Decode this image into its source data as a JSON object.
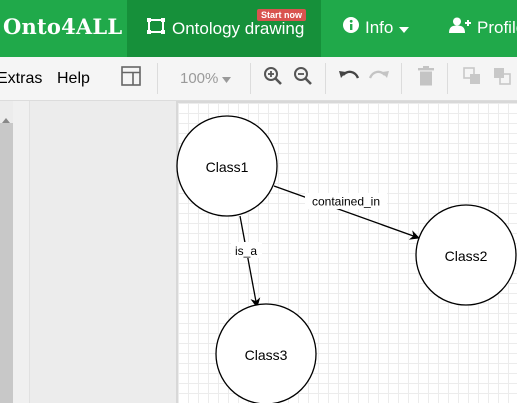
{
  "navbar": {
    "brand": "Onto4ALL",
    "items": [
      {
        "label": "Ontology drawing",
        "badge": "Start now"
      },
      {
        "label": "Info"
      },
      {
        "label": "Profile"
      }
    ]
  },
  "menu": {
    "extras": "Extras",
    "help": "Help"
  },
  "toolbar": {
    "zoom": "100%"
  },
  "graph": {
    "nodes": [
      {
        "id": "class1",
        "label": "Class1"
      },
      {
        "id": "class2",
        "label": "Class2"
      },
      {
        "id": "class3",
        "label": "Class3"
      }
    ],
    "edges": [
      {
        "id": "contained_in",
        "label": "contained_in",
        "from": "class1",
        "to": "class2"
      },
      {
        "id": "is_a",
        "label": "is_a",
        "from": "class1",
        "to": "class3"
      }
    ]
  },
  "colors": {
    "navbar": "#20a94a",
    "navbar_active": "#16903a",
    "badge": "#d9534f"
  },
  "icons": [
    "ontology-icon",
    "info-icon",
    "add-user-icon",
    "caret-down-icon",
    "panel-layout-icon",
    "zoom-in-icon",
    "zoom-out-icon",
    "undo-icon",
    "redo-icon",
    "trash-icon",
    "to-front-icon",
    "to-back-icon",
    "scroll-up-arrow-icon"
  ]
}
